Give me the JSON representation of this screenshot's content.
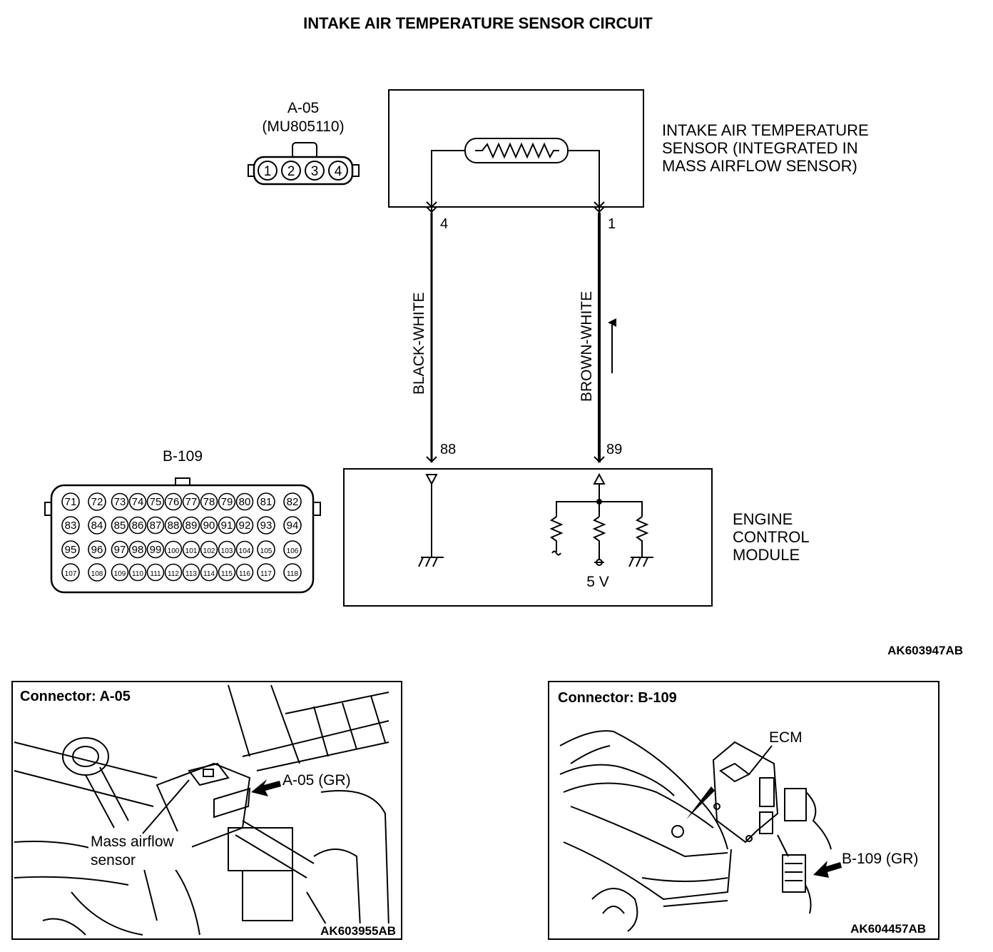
{
  "title": "INTAKE AIR TEMPERATURE SENSOR CIRCUIT",
  "connector_a05": {
    "id": "A-05",
    "part_number": "(MU805110)",
    "pins": [
      "1",
      "2",
      "3",
      "4"
    ]
  },
  "sensor": {
    "label_lines": [
      "INTAKE AIR TEMPERATURE",
      "SENSOR (INTEGRATED IN",
      "MASS AIRFLOW SENSOR)"
    ],
    "pin_left": "4",
    "pin_right": "1"
  },
  "wires": {
    "left_color": "BLACK-WHITE",
    "right_color": "BROWN-WHITE"
  },
  "ecm": {
    "label_lines": [
      "ENGINE",
      "CONTROL",
      "MODULE"
    ],
    "pin_left": "88",
    "pin_right": "89",
    "voltage": "5 V"
  },
  "connector_b109": {
    "id": "B-109",
    "rows": [
      [
        "71",
        "72",
        "73",
        "74",
        "75",
        "76",
        "77",
        "78",
        "79",
        "80",
        "81",
        "82"
      ],
      [
        "83",
        "84",
        "85",
        "86",
        "87",
        "88",
        "89",
        "90",
        "91",
        "92",
        "93",
        "94"
      ],
      [
        "95",
        "96",
        "97",
        "98",
        "99",
        "100",
        "101",
        "102",
        "103",
        "104",
        "105",
        "106"
      ],
      [
        "107",
        "108",
        "109",
        "110",
        "111",
        "112",
        "113",
        "114",
        "115",
        "116",
        "117",
        "118"
      ]
    ]
  },
  "diagram_code": "AK603947AB",
  "photo_a05": {
    "title": "Connector: A-05",
    "callout": "A-05 (GR)",
    "label_lines": [
      "Mass airflow",
      "sensor"
    ],
    "code": "AK603955AB"
  },
  "photo_b109": {
    "title": "Connector: B-109",
    "ecm_label": "ECM",
    "callout": "B-109 (GR)",
    "code": "AK604457AB"
  }
}
